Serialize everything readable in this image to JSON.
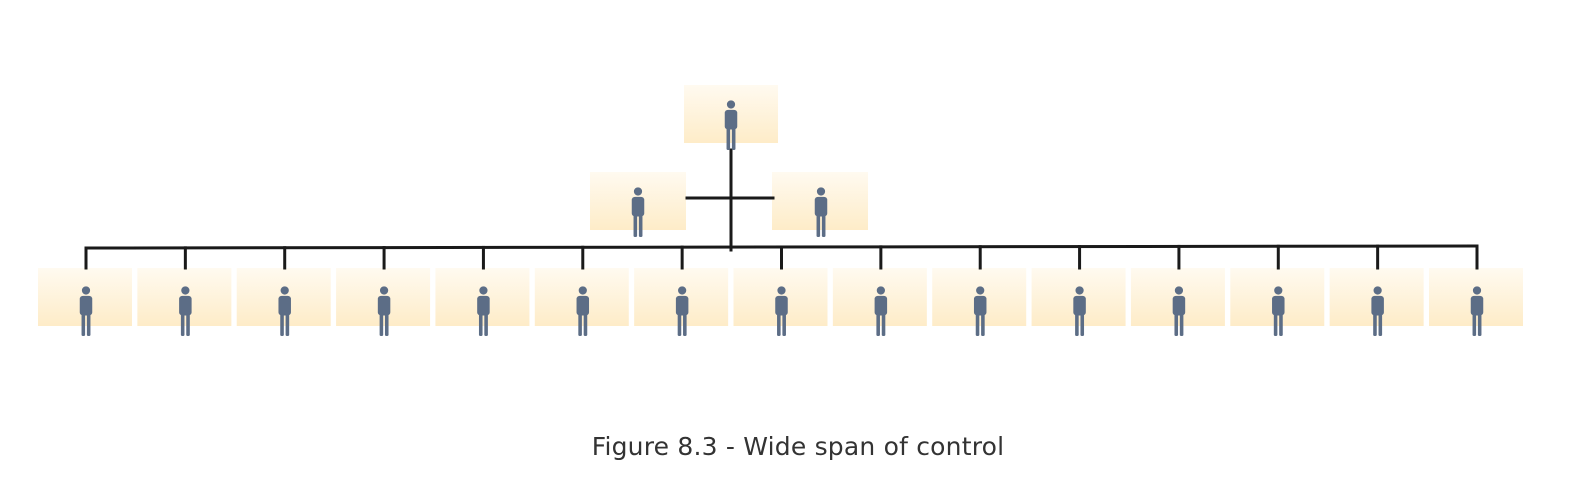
{
  "caption": "Figure 8.3 - Wide span of control",
  "colors": {
    "box_fill_top": "#fffaf0",
    "box_fill_bottom": "#feecc8",
    "person": "#5c6d86",
    "connector": "#1a1a1a",
    "caption_text": "#333333"
  },
  "icon": "person-icon",
  "hierarchy": {
    "top": {
      "name": "manager",
      "count": 1
    },
    "assistants": {
      "name": "assistant",
      "count": 2
    },
    "subordinates": {
      "name": "subordinate",
      "count": 15
    }
  }
}
